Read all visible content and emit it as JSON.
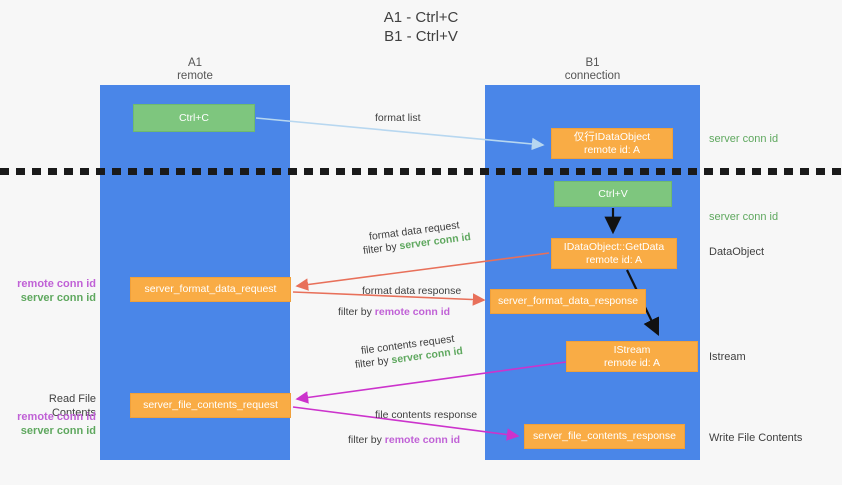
{
  "title": "A1 - Ctrl+C\nB1 - Ctrl+V",
  "columns": {
    "a1": "A1\nremote",
    "b1": "B1\nconnection"
  },
  "boxes": {
    "ctrl_c": "Ctrl+C",
    "ctrl_v": "Ctrl+V",
    "idataobject": "仅行IDataObject\nremote id: A",
    "getdata": "IDataObject::GetData\nremote id: A",
    "istream": "IStream\nremote id: A",
    "server_format_data_request": "server_format_data_request",
    "server_format_data_response": "server_format_data_response",
    "server_file_contents_request": "server_file_contents_request",
    "server_file_contents_response": "server_file_contents_response"
  },
  "right_labels": {
    "server_conn_id_top": "server conn id",
    "server_conn_id_mid": "server conn id",
    "dataobject": "DataObject",
    "istream": "Istream",
    "write_file_contents": "Write File Contents"
  },
  "left_labels": {
    "remote_conn_id_1": "remote conn id",
    "server_conn_id_1": "server conn id",
    "read_file_contents": "Read File Contents",
    "remote_conn_id_2": "remote conn id",
    "server_conn_id_2": "server conn id"
  },
  "arrow_labels": {
    "format_list": "format list",
    "format_data_request": "format data request",
    "filter_by": "filter by",
    "server_conn_id": "server conn id",
    "remote_conn_id": "remote conn id",
    "format_data_response": "format data response",
    "file_contents_request": "file contents request",
    "file_contents_response": "file contents response"
  },
  "colors": {
    "lane": "#4a86e8",
    "green_box": "#7ec67e",
    "orange_box": "#f9ac45",
    "server_conn": "#5fa85f",
    "remote_conn": "#c061d6",
    "arrow_red": "#e8705a",
    "arrow_magenta": "#cc33cc",
    "arrow_lightblue": "#b7d7f0",
    "arrow_black": "#111111",
    "background": "#f7f7f7"
  }
}
